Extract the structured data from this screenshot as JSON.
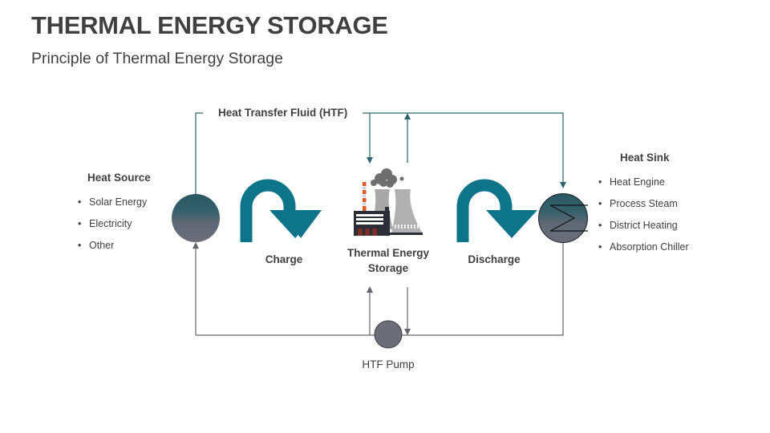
{
  "header": {
    "title": "THERMAL ENERGY STORAGE",
    "subtitle": "Principle of Thermal Energy Storage"
  },
  "diagram": {
    "htf_label": "Heat Transfer Fluid (HTF)",
    "heat_source": {
      "title": "Heat Source",
      "items": [
        "Solar Energy",
        "Electricity",
        "Other"
      ]
    },
    "heat_sink": {
      "title": "Heat Sink",
      "items": [
        "Heat Engine",
        "Process Steam",
        "District Heating",
        "Absorption Chiller"
      ]
    },
    "charge_label": "Charge",
    "discharge_label": "Discharge",
    "storage_label_line1": "Thermal Energy",
    "storage_label_line2": "Storage",
    "pump_label": "HTF Pump",
    "colors": {
      "teal": "#0E7489",
      "line_teal": "#2E6470",
      "line_gray": "#636370",
      "gradient_top": "#2A5763",
      "gradient_bottom": "#6D6D7A",
      "pump": "#6D6D7A",
      "factory_dark": "#2B2E36",
      "factory_orange": "#E05A2A",
      "tower_gray": "#A8A8A8"
    }
  }
}
